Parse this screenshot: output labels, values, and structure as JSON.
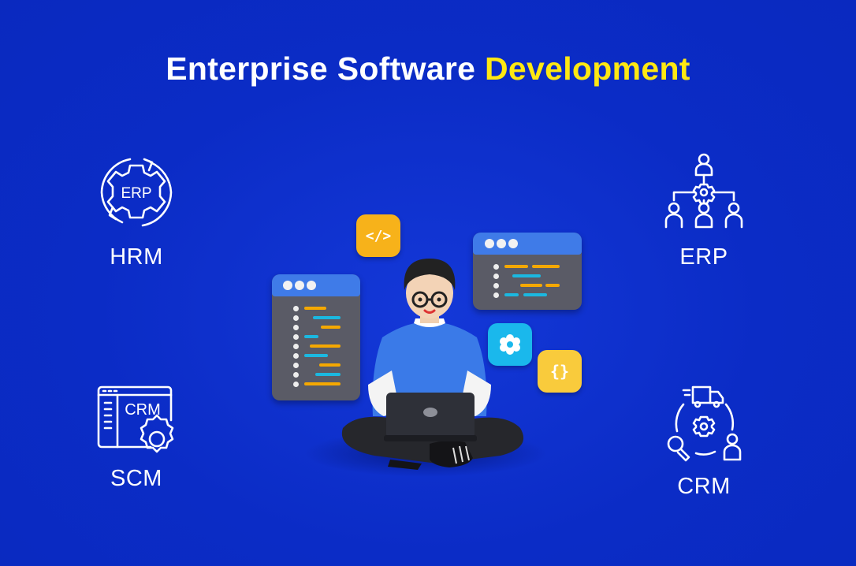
{
  "header": {
    "title_main": "Enterprise Software",
    "title_highlight": "Development"
  },
  "features": [
    {
      "label": "HRM",
      "icon": "erp-gear-cycle-icon",
      "icon_text": "ERP"
    },
    {
      "label": "ERP",
      "icon": "org-hierarchy-gear-icon"
    },
    {
      "label": "SCM",
      "icon": "crm-window-gear-icon",
      "icon_text": "CRM"
    },
    {
      "label": "CRM",
      "icon": "supply-chain-cycle-icon"
    }
  ],
  "illustration": {
    "code_badge": "</>",
    "braces_badge": "{}",
    "subject": "developer-with-laptop"
  },
  "colors": {
    "background": "#0a2bc4",
    "title": "#ffffff",
    "highlight": "#ffe812",
    "window_bar": "#3f7be8",
    "window_body": "#5a5b66",
    "code_orange": "#f5a800",
    "code_cyan": "#1bb8e0"
  }
}
